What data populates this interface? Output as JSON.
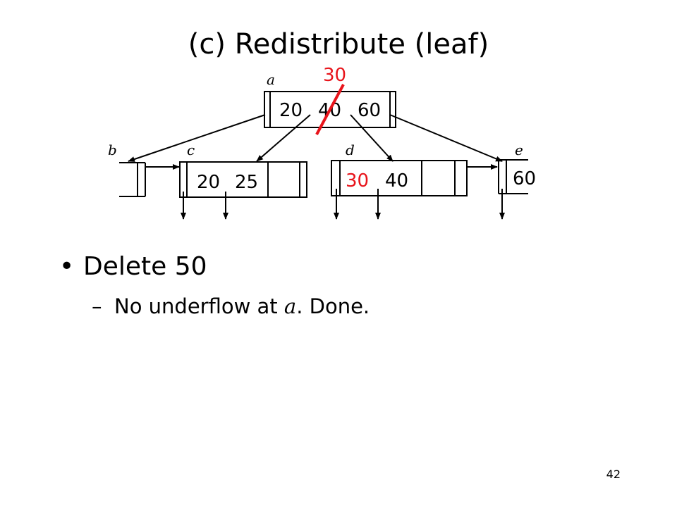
{
  "slide": {
    "title": "(c) Redistribute (leaf)",
    "page_number": "42",
    "bullet": "Delete 50",
    "sub_bullet_pre": "No underflow at ",
    "sub_bullet_var": "a",
    "sub_bullet_post": ". Done.",
    "bullet_marker": "•",
    "sub_bullet_marker": "–"
  },
  "diagram": {
    "new_key": "30",
    "node_a": {
      "label": "a",
      "keys": [
        "20",
        "40",
        "60"
      ]
    },
    "node_b": {
      "label": "b"
    },
    "node_c": {
      "label": "c",
      "keys": [
        "20",
        "25"
      ]
    },
    "node_d": {
      "label": "d",
      "keys": [
        "30",
        "40"
      ]
    },
    "node_e": {
      "label": "e",
      "keys": [
        "60"
      ]
    },
    "colors": {
      "highlight": "#e8141b",
      "ink": "#000000"
    }
  }
}
